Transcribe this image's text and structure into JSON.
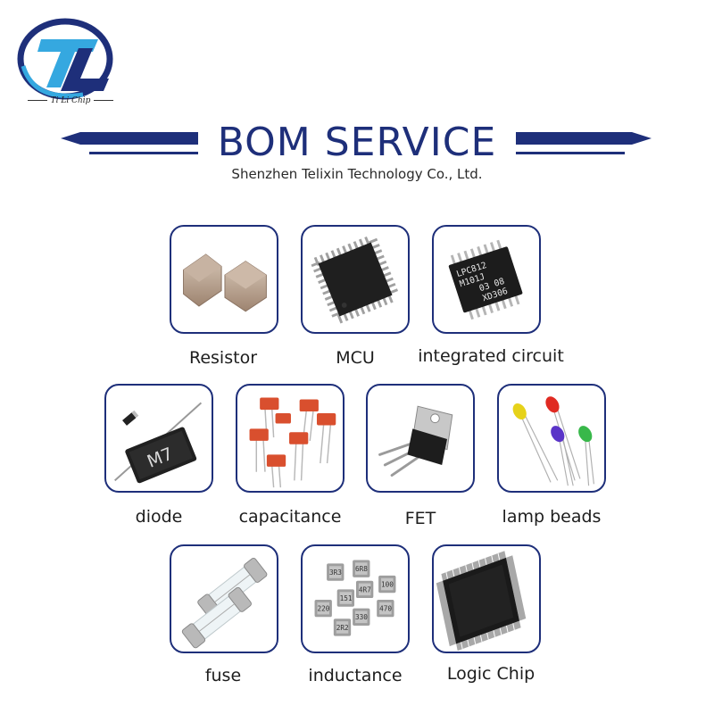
{
  "brand": {
    "logo_text": "Ti Li Chip",
    "primary_color": "#1e2f7a",
    "accent_color": "#35a8e0"
  },
  "header": {
    "title": "BOM SERVICE",
    "subtitle": "Shenzhen Telixin Technology Co., Ltd."
  },
  "components": [
    {
      "key": "resistor",
      "label": "Resistor",
      "icon": "smd-resistor-icon"
    },
    {
      "key": "mcu",
      "label": "MCU",
      "icon": "qfp-mcu-chip-icon"
    },
    {
      "key": "ic",
      "label": "integrated circuit",
      "icon": "tssop-ic-icon",
      "chip_text": [
        "LPC812",
        "M101J",
        "03 08",
        "XD306"
      ]
    },
    {
      "key": "diode",
      "label": "diode",
      "icon": "smd-diode-icon",
      "chip_text": [
        "M7"
      ]
    },
    {
      "key": "capacitance",
      "label": "capacitance",
      "icon": "film-capacitor-icon"
    },
    {
      "key": "fet",
      "label": "FET",
      "icon": "to220-transistor-icon"
    },
    {
      "key": "lamp",
      "label": "lamp beads",
      "icon": "led-beads-icon"
    },
    {
      "key": "fuse",
      "label": "fuse",
      "icon": "glass-fuse-icon"
    },
    {
      "key": "inductance",
      "label": "inductance",
      "icon": "smd-inductor-icon",
      "chip_text": [
        "3R3",
        "6R8",
        "4R7",
        "100",
        "151",
        "470",
        "220",
        "330",
        "2R2"
      ]
    },
    {
      "key": "logic",
      "label": "Logic Chip",
      "icon": "lqfp-logic-chip-icon"
    }
  ]
}
